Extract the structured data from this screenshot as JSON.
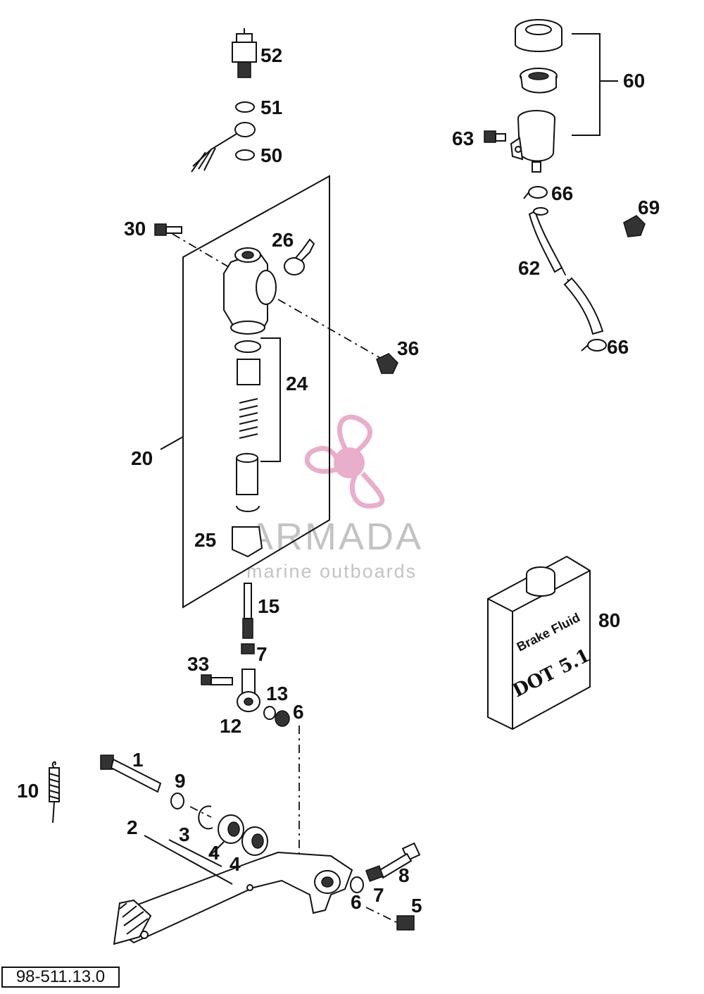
{
  "diagram_code": "98-511.13.0",
  "watermark": {
    "title": "ARMADA",
    "subtitle": "marine outboards",
    "logo_color": "#e7a6c6"
  },
  "brake_fluid_can": {
    "line1": "Brake Fluid",
    "line2": "DOT 5.1"
  },
  "callouts": {
    "p1": "1",
    "p2": "2",
    "p3": "3",
    "p4a": "4",
    "p4b": "4",
    "p5": "5",
    "p6a": "6",
    "p6b": "6",
    "p7a": "7",
    "p7b": "7",
    "p8": "8",
    "p9": "9",
    "p10": "10",
    "p12": "12",
    "p13": "13",
    "p15": "15",
    "p20": "20",
    "p24": "24",
    "p25": "25",
    "p26": "26",
    "p30": "30",
    "p33": "33",
    "p36": "36",
    "p50": "50",
    "p51": "51",
    "p52": "52",
    "p60": "60",
    "p62": "62",
    "p63": "63",
    "p66a": "66",
    "p66b": "66",
    "p69": "69",
    "p80": "80"
  }
}
